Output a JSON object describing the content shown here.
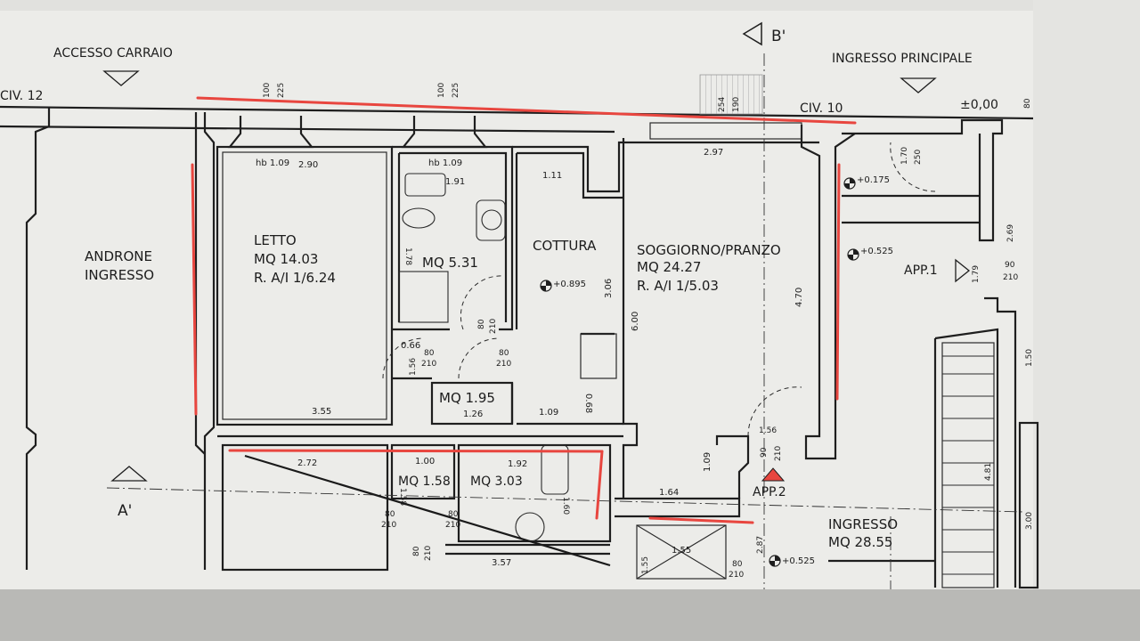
{
  "colors": {
    "annotation_red": "#e8463f",
    "line": "#1e1e1e",
    "paper": "#ecece9"
  },
  "markers": {
    "access_carraio": "ACCESSO CARRAIO",
    "ingresso_principale": "INGRESSO PRINCIPALE",
    "section_b": "B'",
    "section_a": "A'",
    "civ_12": "CIV. 12",
    "civ_10": "CIV. 10",
    "level_zero": "±0,00"
  },
  "rooms": {
    "androne": {
      "line1": "ANDRONE",
      "line2": "INGRESSO"
    },
    "letto": {
      "name": "LETTO",
      "area": "MQ  14.03",
      "ratio": "R. A/I  1/6.24"
    },
    "bagno": {
      "area": "MQ  5.31"
    },
    "cottura": {
      "name": "COTTURA"
    },
    "soggiorno": {
      "name": "SOGGIORNO/PRANZO",
      "area": "MQ  24.27",
      "ratio": "R. A/I  1/5.03"
    },
    "disimpegno": {
      "area": "MQ   1.95"
    },
    "small1": {
      "area": "MQ  1.58"
    },
    "small2": {
      "area": "MQ  3.03"
    },
    "app1": {
      "name": "APP.1"
    },
    "app2": {
      "name": "APP.2"
    },
    "ingresso": {
      "name": "INGRESSO",
      "area": "MQ  28.55"
    }
  },
  "levels": {
    "l1": "+0.895",
    "l2": "+0.175",
    "l3": "+0.525",
    "l4": "+0.525"
  },
  "dims": {
    "d100a": "100",
    "d225a": "225",
    "d100b": "100",
    "d225b": "225",
    "d254": "254",
    "d190": "190",
    "d80top": "80",
    "hb1": "hb 1.09",
    "d290": "2.90",
    "hb2": "hb 1.09",
    "d191": "1.91",
    "d111": "1.11",
    "d297": "2.97",
    "d170": "1.70",
    "d250": "250",
    "d269": "2.69",
    "d178": "1.78",
    "d306": "3.06",
    "d600": "6.00",
    "d470": "4.70",
    "d179": "1.79",
    "d90": "90",
    "d210": "210",
    "d150": "1.50",
    "d066": "0.66",
    "d80a": "80",
    "d210a": "210",
    "d80b": "80",
    "d210b": "210",
    "d80c": "80",
    "d210c": "210",
    "d156": "1.56",
    "d355": "3.55",
    "d126": "1.26",
    "d109a": "1.09",
    "d068": "0.68",
    "d156b": "1.56",
    "d90b": "90",
    "d210d": "210",
    "d272": "2.72",
    "d100c": "1.00",
    "d192": "1.92",
    "d158": "1.58",
    "d160": "1.60",
    "d109b": "1.09",
    "d164": "1.64",
    "d481": "4.81",
    "d80d": "80",
    "d210e": "210",
    "d80e": "80",
    "d210f": "210",
    "d80f": "80",
    "d210g": "210",
    "d357": "3.57",
    "d155": "1.55",
    "d155b": "1.55",
    "d287": "2.87",
    "d80g": "80",
    "d210h": "210",
    "d300": "3.00"
  }
}
